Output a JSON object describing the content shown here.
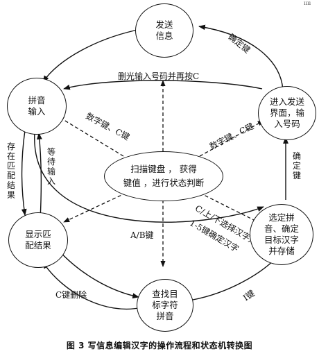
{
  "figure": {
    "caption": "图 3   写信息编辑汉字的操作流程和状态机转换图",
    "page_mark": "ıııı"
  },
  "nodes": {
    "send_info": "发送\n信息",
    "pinyin_input": "拼音\n输入",
    "enter_send": "进入发送\n界面，输\n入号码",
    "scan": "扫描键盘    ，   获得\n键值 ，进行状态判断",
    "show_match": "显示匹\n配结果",
    "select_pinyin": "选定拼\n音、确定\n目标汉字\n并存储",
    "find_target": "查找目\n标字符\n拼音"
  },
  "edges": {
    "confirm_key_top": "确定键",
    "delete_all_c": "删光输入号码并再按C",
    "digit_c_left": "数字键、C键",
    "digit_c_right": "数字键、C键",
    "exists_match": "存在匹配结果",
    "wait_input": "等待输入",
    "confirm_key_right": "确定键",
    "c_up_down": "C/上/下选择汉字,",
    "one_five": "1-5键确定汉字",
    "ab_key": "A/B键",
    "c_delete": "C键删除",
    "i_key": "I键"
  }
}
